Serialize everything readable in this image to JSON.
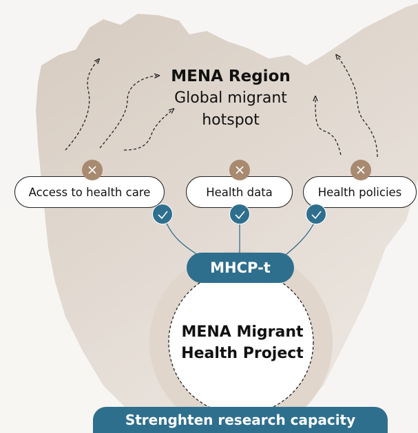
{
  "colors": {
    "background": "#f7f5f3",
    "map_land": "#dcd3ca",
    "accent_blue": "#2f6f8e",
    "accent_brown": "#a88a70",
    "ring": "#e0d6cc"
  },
  "header": {
    "title_bold": "MENA Region",
    "subtitle_line1": "Global migrant",
    "subtitle_line2": "hotspot"
  },
  "pills": [
    {
      "label": "Access to health care",
      "x_icon": "cross-icon",
      "check_icon": "check-icon"
    },
    {
      "label": "Health data",
      "x_icon": "cross-icon",
      "check_icon": "check-icon"
    },
    {
      "label": "Health policies",
      "x_icon": "cross-icon",
      "check_icon": "check-icon"
    }
  ],
  "hub": {
    "label": "MHCP-t"
  },
  "project": {
    "line1": "MENA Migrant",
    "line2": "Health Project"
  },
  "footer": {
    "label": "Strenghten research capacity"
  }
}
